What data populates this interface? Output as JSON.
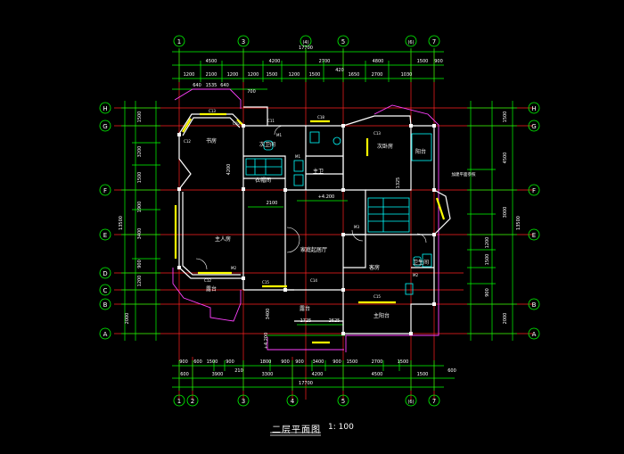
{
  "drawing": {
    "title": "二层平面图",
    "scale": "1: 100"
  },
  "axes": {
    "top": [
      "1",
      "3",
      "(4)",
      "5",
      "(6)",
      "7"
    ],
    "bottom": [
      "1",
      "2",
      "3",
      "4",
      "5",
      "(6)",
      "7"
    ],
    "left": [
      "H",
      "G",
      "F",
      "E",
      "D",
      "C",
      "B",
      "A"
    ],
    "right": [
      "H",
      "G",
      "F",
      "E",
      "B",
      "A"
    ]
  },
  "dimensions": {
    "top_total": "17700",
    "top_row1": [
      "4500",
      "4200",
      "2700",
      "4800",
      "1500",
      "900"
    ],
    "top_row2": [
      "1200",
      "2100",
      "1200",
      "1200",
      "1500",
      "1200",
      "1500",
      "1650",
      "2700",
      "1030"
    ],
    "top_extra": [
      "640",
      "1535",
      "640",
      "700",
      "420"
    ],
    "bottom_row1": [
      "900",
      "600",
      "1500",
      "900",
      "1800",
      "900",
      "900",
      "3400",
      "900",
      "1500",
      "2700",
      "1500"
    ],
    "bottom_row2": [
      "600",
      "3900",
      "3300",
      "4200",
      "4500",
      "1500"
    ],
    "bottom_total": "17700",
    "bottom_extra": [
      "600",
      "210"
    ],
    "left_total": "13500",
    "left": [
      "1500",
      "3200",
      "1500",
      "1900",
      "3400",
      "900",
      "1200",
      "2000"
    ],
    "right_total": "13500",
    "right": [
      "1500",
      "4500",
      "3000",
      "1200",
      "1500",
      "900",
      "2000"
    ],
    "interior": [
      "2100",
      "4200",
      "1725",
      "2625",
      "3400",
      "1325"
    ]
  },
  "rooms": [
    "主人房",
    "书房",
    "衣帽间",
    "主卫",
    "家庭起居厅",
    "次卫间",
    "次卧房",
    "露台",
    "客房",
    "阳台",
    "主阳台",
    "卫生间",
    "露台",
    "加建平面参照"
  ],
  "labels": {
    "doors": [
      "C13",
      "C11",
      "C12",
      "M2",
      "M1",
      "C14",
      "C15",
      "M3",
      "C12",
      "C13",
      "M1",
      "C15",
      "M2",
      "C10",
      "C18"
    ],
    "elevation_marks": [
      "+4.200",
      "+4.200"
    ]
  },
  "colors": {
    "background": "#000000",
    "axis": "#ff2020",
    "dimension": "#00ff00",
    "wall": "#ffffff",
    "window": "#ffff00",
    "outline": "#ff40ff",
    "fixture": "#00ffff",
    "text": "#ffffff"
  }
}
